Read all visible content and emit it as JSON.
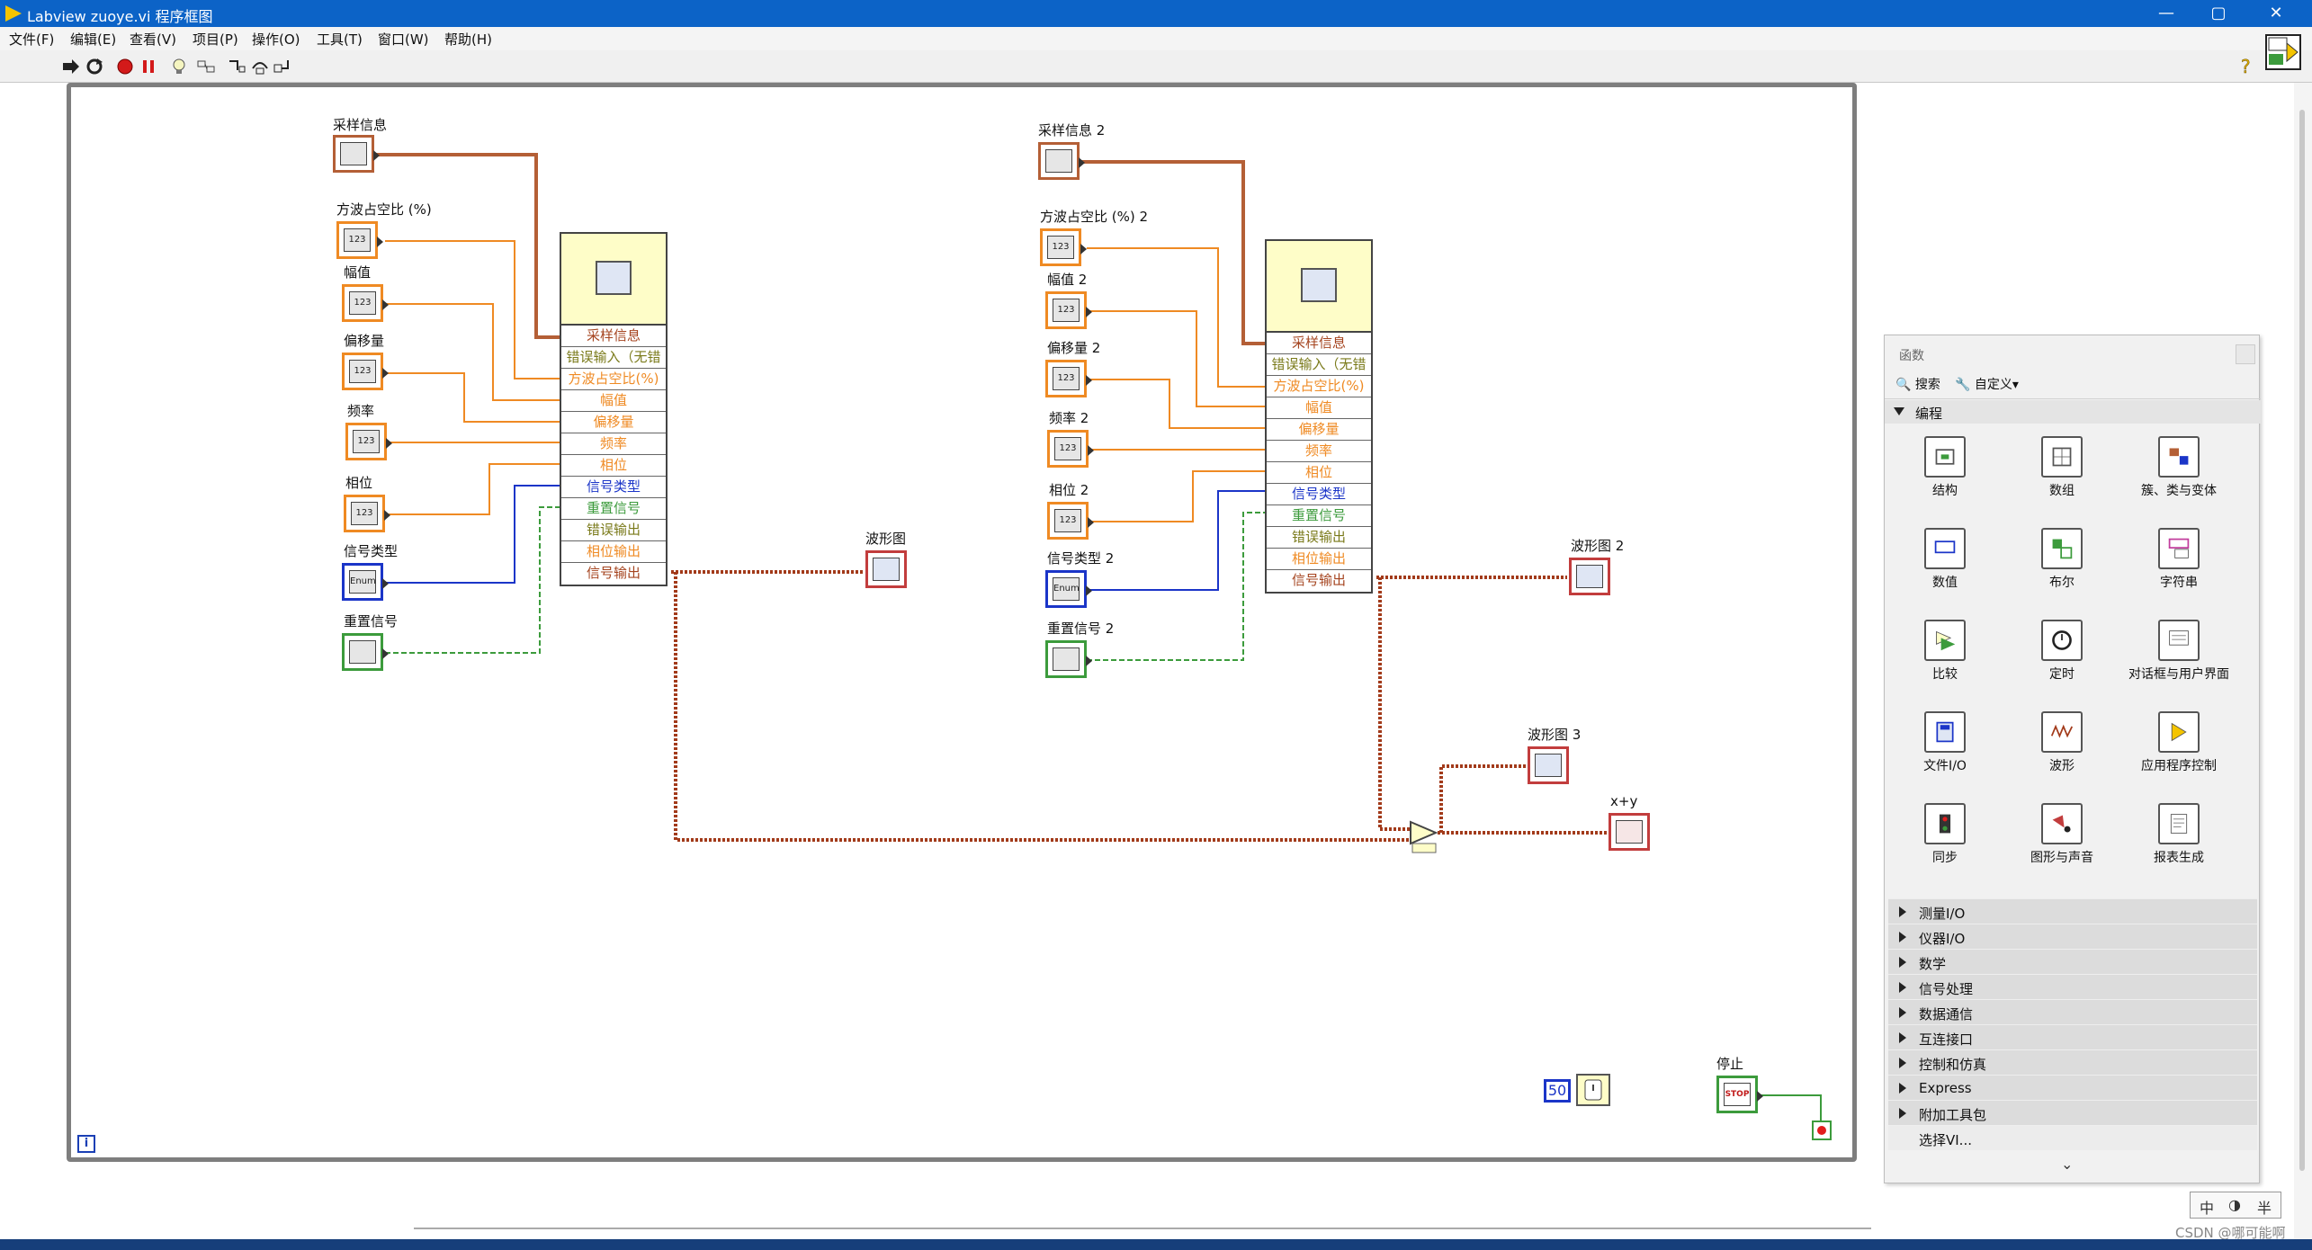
{
  "window": {
    "title": "Labview zuoye.vi 程序框图",
    "controls": {
      "minimize": "—",
      "maximize": "▢",
      "close": "✕"
    }
  },
  "menu": [
    "文件(F)",
    "编辑(E)",
    "查看(V)",
    "项目(P)",
    "操作(O)",
    "工具(T)",
    "窗口(W)",
    "帮助(H)"
  ],
  "toolbar": {
    "icons": [
      "run-icon",
      "run-continuously-icon",
      "abort-icon",
      "pause-icon",
      "highlight-execution-icon",
      "retain-wire-values-icon",
      "step-into-icon",
      "step-over-icon",
      "step-out-icon"
    ],
    "help": "?"
  },
  "diagram": {
    "loop_iteration": "i",
    "group1": {
      "controls": {
        "sampling": "采样信息",
        "duty": "方波占空比 (%)",
        "amplitude": "幅值",
        "offset": "偏移量",
        "frequency": "频率",
        "phase": "相位",
        "signal_type": "信号类型",
        "reset": "重置信号"
      },
      "node_rows": [
        "采样信息",
        "错误输入（无错",
        "方波占空比(%)",
        "幅值",
        "偏移量",
        "频率",
        "相位",
        "信号类型",
        "重置信号",
        "错误输出",
        "相位输出",
        "信号输出"
      ],
      "graph": "波形图"
    },
    "group2": {
      "controls": {
        "sampling": "采样信息 2",
        "duty": "方波占空比 (%) 2",
        "amplitude": "幅值 2",
        "offset": "偏移量 2",
        "frequency": "频率 2",
        "phase": "相位 2",
        "signal_type": "信号类型 2",
        "reset": "重置信号 2"
      },
      "node_rows": [
        "采样信息",
        "错误输入（无错",
        "方波占空比(%)",
        "幅值",
        "偏移量",
        "频率",
        "相位",
        "信号类型",
        "重置信号",
        "错误输出",
        "相位输出",
        "信号输出"
      ],
      "graph": "波形图 2"
    },
    "graph3": "波形图 3",
    "sum_graph": "x+y",
    "wait_constant": "50",
    "stop_label": "停止",
    "stop_button_text": "STOP",
    "terminal_text_num": "123",
    "terminal_text_enum": "Enum",
    "colors": {
      "numeric": "#ef8a23",
      "cluster": "#b45f36",
      "enum": "#1b35c8",
      "boolean": "#3c9b3c",
      "waveform": "#a23a1a"
    }
  },
  "palette": {
    "title": "函数",
    "search": "搜索",
    "customize": "自定义▾",
    "section": "编程",
    "items": [
      {
        "label": "结构",
        "icon": "structures-icon"
      },
      {
        "label": "数组",
        "icon": "array-icon"
      },
      {
        "label": "簇、类与变体",
        "icon": "cluster-class-variant-icon"
      },
      {
        "label": "数值",
        "icon": "numeric-icon"
      },
      {
        "label": "布尔",
        "icon": "boolean-icon"
      },
      {
        "label": "字符串",
        "icon": "string-icon"
      },
      {
        "label": "比较",
        "icon": "comparison-icon"
      },
      {
        "label": "定时",
        "icon": "timing-icon"
      },
      {
        "label": "对话框与用户界面",
        "icon": "dialog-ui-icon"
      },
      {
        "label": "文件I/O",
        "icon": "file-io-icon"
      },
      {
        "label": "波形",
        "icon": "waveform-icon"
      },
      {
        "label": "应用程序控制",
        "icon": "application-control-icon"
      },
      {
        "label": "同步",
        "icon": "synchronization-icon"
      },
      {
        "label": "图形与声音",
        "icon": "graphics-sound-icon"
      },
      {
        "label": "报表生成",
        "icon": "report-generation-icon"
      }
    ],
    "categories": [
      "测量I/O",
      "仪器I/O",
      "数学",
      "信号处理",
      "数据通信",
      "互连接口",
      "控制和仿真",
      "Express",
      "附加工具包",
      "选择VI..."
    ],
    "more": "⌄"
  },
  "ime": {
    "a": "中",
    "b": "◑",
    "c": "半"
  },
  "watermark": "CSDN @哪可能啊"
}
